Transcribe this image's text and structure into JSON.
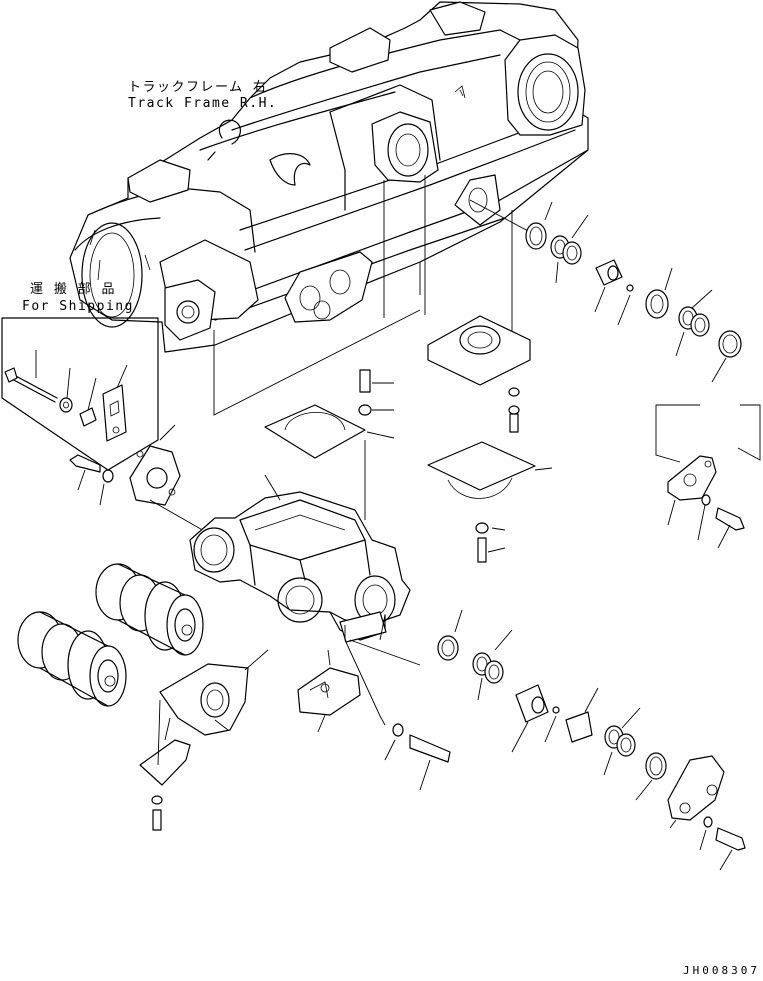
{
  "labels": {
    "track_frame_jp": "トラックフレーム 右",
    "track_frame_en": "Track Frame R.H.",
    "shipping_jp": "運 搬 部 品",
    "shipping_en": "For Shipping"
  },
  "drawing_code": "JH008307"
}
